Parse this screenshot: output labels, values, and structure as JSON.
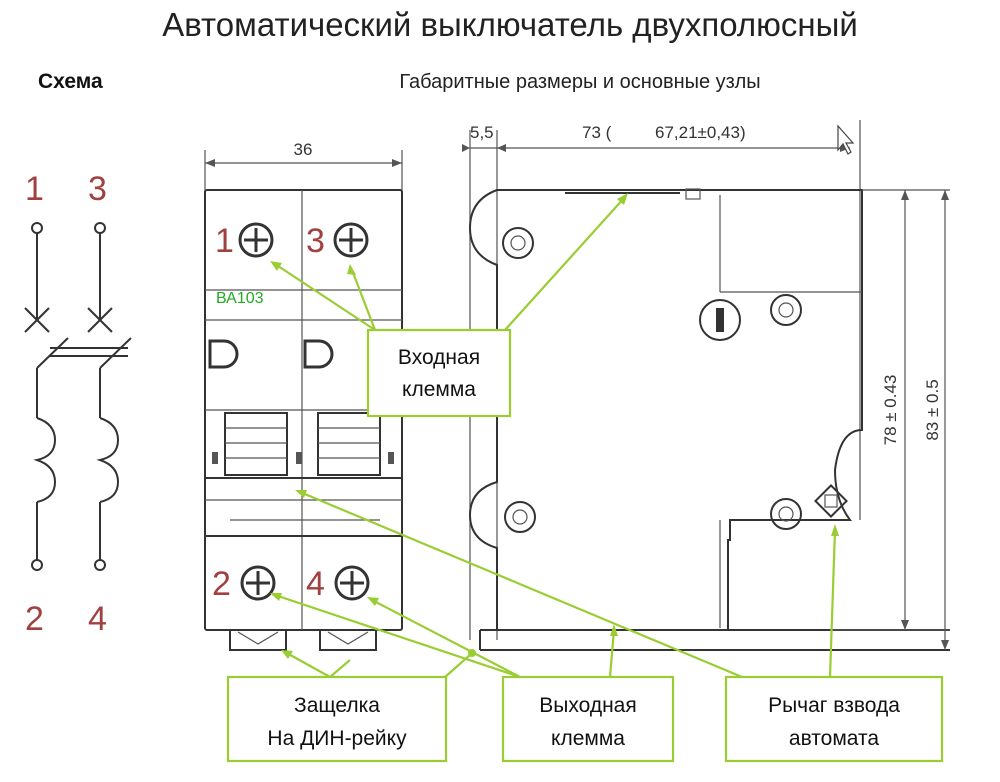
{
  "title": "Автоматический выключатель двухполюсный",
  "schema_label": "Схема",
  "dims_title": "Габаритные размеры и основные узлы",
  "schematic": {
    "terminals_top": [
      "1",
      "3"
    ],
    "terminals_bottom": [
      "2",
      "4"
    ]
  },
  "front": {
    "width_dim": "36",
    "model": "ВА103",
    "terminal_labels": [
      "1",
      "3",
      "2",
      "4"
    ]
  },
  "side": {
    "dim_left": "5,5",
    "dim_top_a": "73 (",
    "dim_top_b": "67,21±0,43)",
    "dim_h1": "78 ± 0.43",
    "dim_h2": "83 ± 0.5"
  },
  "callouts": {
    "input_terminal": [
      "Входная",
      "клемма"
    ],
    "din_latch": [
      "Защелка",
      "На ДИН-рейку"
    ],
    "output_terminal": [
      "Выходная",
      "клемма"
    ],
    "cocking_lever": [
      "Рычаг взвода",
      "автомата"
    ]
  },
  "colors": {
    "callout_line": "#9acd32",
    "terminal_numbers": "#a04040",
    "model_label": "#22aa22",
    "drawing": "#333333"
  }
}
